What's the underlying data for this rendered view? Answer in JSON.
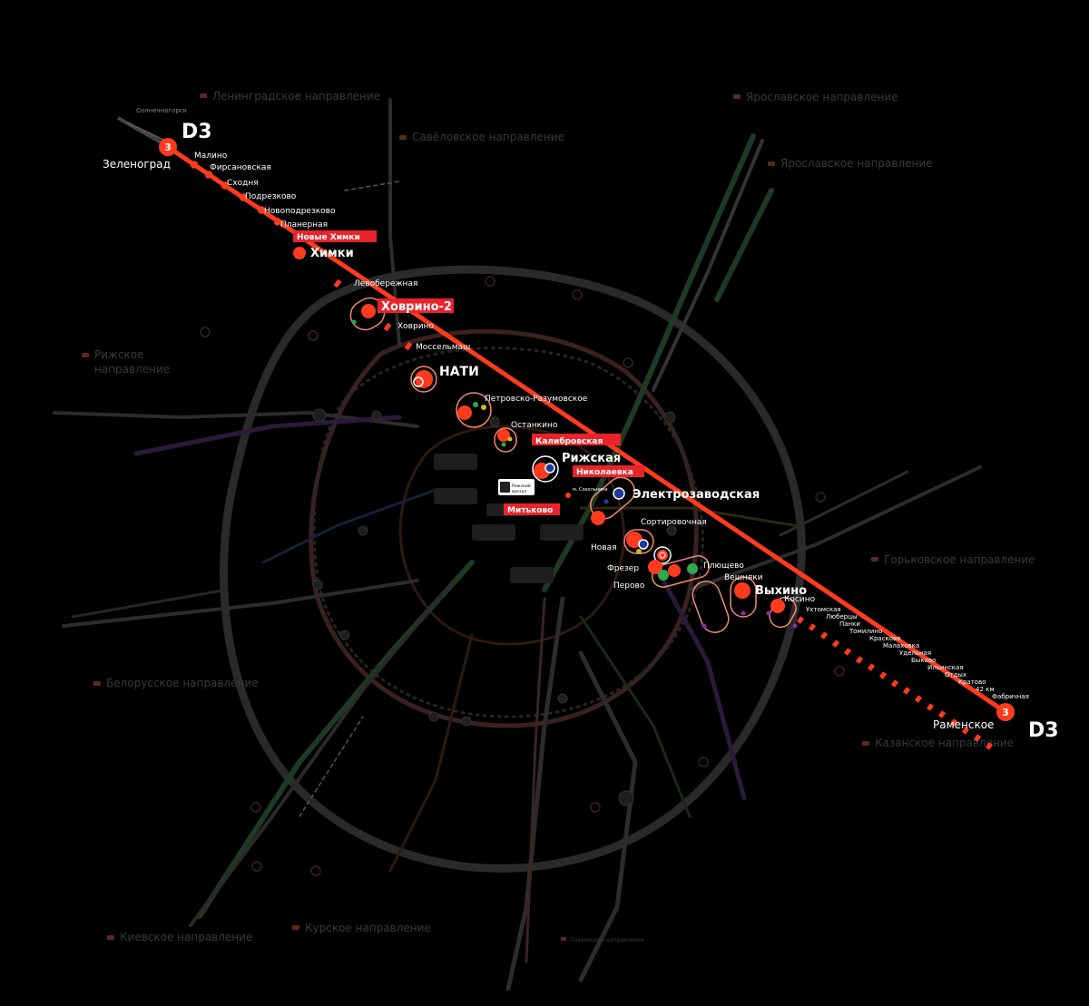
{
  "line": {
    "name": "D3",
    "number": "3",
    "color": "#ff3b1f",
    "termini": {
      "start": "Зеленоград",
      "end": "Раменское"
    }
  },
  "directions": [
    "Ленинградское направление",
    "Савёловское направление",
    "Ярославское направление",
    "Ярославское направление",
    "Рижское направление",
    "Белорусское направление",
    "Горьковское направление",
    "Казанское направление",
    "Киевское направление",
    "Курское направление",
    "Павелецкое направление"
  ],
  "stations": {
    "solnechnogorsk": "Солнечногорск",
    "malino": "Малино",
    "firsanovskaya": "Фирсановская",
    "skhodnya": "Сходня",
    "podrezkovo": "Подрезково",
    "novopodrezkovo": "Новоподрезково",
    "planernaya": "Планерная",
    "novye_khimki": "Новые Химки",
    "khimki": "Химки",
    "levoberezhnaya": "Левобережная",
    "khovrino2": "Ховрино-2",
    "khovrino": "Ховрино",
    "mosselmash": "Моссельмаш",
    "nati": "НАТИ",
    "petrovsko": "Петровско-Разумовское",
    "ostankino": "Останкино",
    "kalibrovskaya": "Калибровская",
    "rizhskaya": "Рижская",
    "nikolaevka": "Николаевка",
    "sokolniki": "м. Сокольники",
    "rizhsky_vokzal": "Рижский вокзал",
    "elektrozavodskaya": "Электрозаводская",
    "mitkovo": "Митьково",
    "sortirovochnaya": "Сортировочная",
    "novaya": "Новая",
    "frezer": "Фрезер",
    "perovo": "Перово",
    "plyushchevo": "Плющево",
    "veshnyaki": "Вешняки",
    "vykhino": "Выхино",
    "kosino": "Косино",
    "ukhtomskaya": "Ухтомская",
    "lyubertsy": "Люберцы",
    "panki": "Панки",
    "tomilino": "Томилино",
    "kraskovo": "Красково",
    "malakhovka": "Малаховка",
    "udelnaya": "Удельная",
    "bykovo": "Быково",
    "ilinskaya": "Ильинская",
    "otdykh": "Отдых",
    "kratovo": "Кратово",
    "km42": "42 км",
    "fabrichnaya": "Фабричная"
  }
}
